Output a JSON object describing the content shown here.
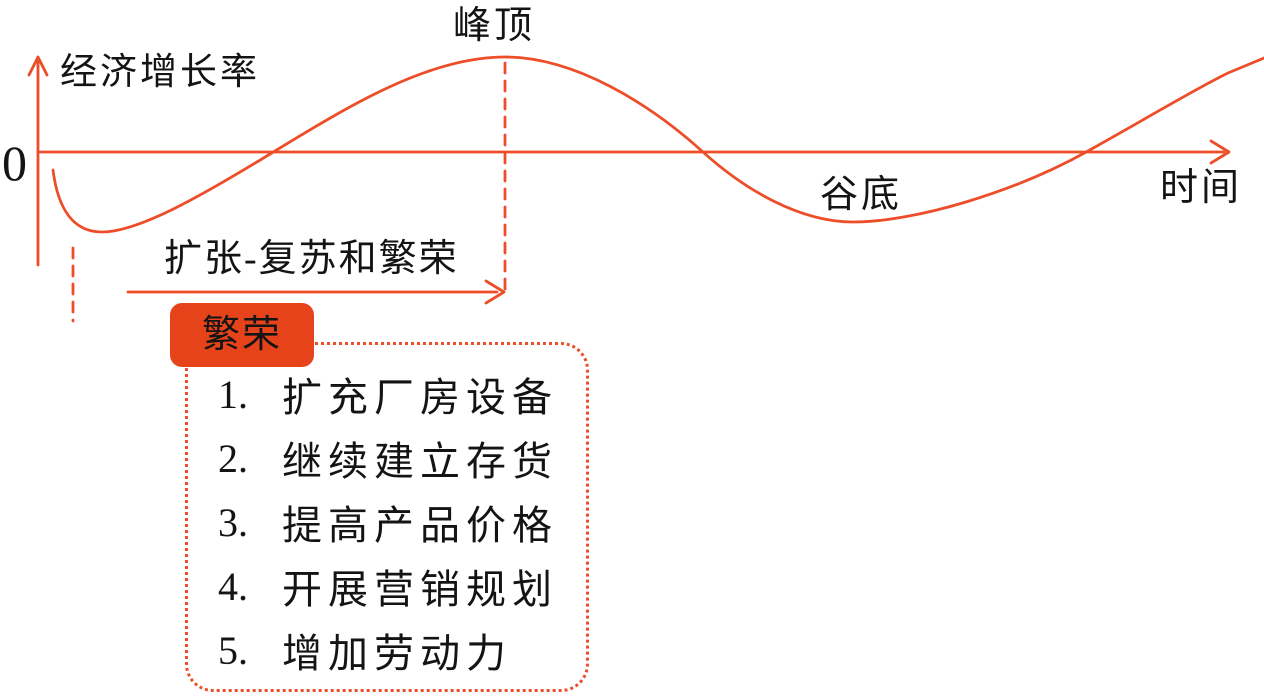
{
  "colors": {
    "line": "#ED4E29",
    "badge_bg": "#E7431A",
    "text": "#141414"
  },
  "axis": {
    "origin": "0",
    "y_label": "经济增长率",
    "x_label": "时间"
  },
  "curve": {
    "peak": "峰顶",
    "trough": "谷底"
  },
  "expansion": {
    "label": "扩张-复苏和繁荣"
  },
  "prosperity": {
    "badge": "繁荣",
    "items": [
      {
        "num": "1.",
        "text": "扩充厂房设备"
      },
      {
        "num": "2.",
        "text": "继续建立存货"
      },
      {
        "num": "3.",
        "text": "提高产品价格"
      },
      {
        "num": "4.",
        "text": "开展营销规划"
      },
      {
        "num": "5.",
        "text": "增加劳动力"
      }
    ]
  }
}
